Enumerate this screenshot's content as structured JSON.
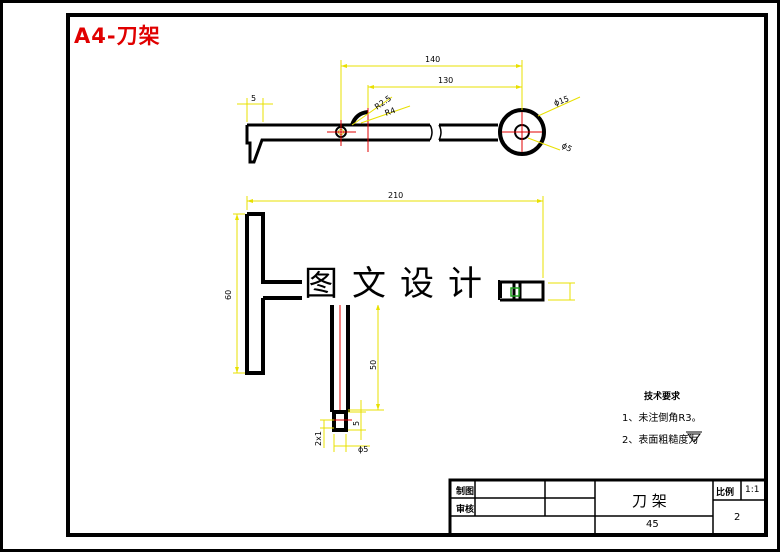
{
  "sheet_title": "A4-刀架",
  "watermark": "图文设计",
  "dimensions": {
    "d140": "140",
    "d130": "130",
    "d5_top": "5",
    "r25": "R2.5",
    "r4": "R4",
    "phi15": "ϕ15",
    "phi5_top": "ϕ5",
    "d210": "210",
    "d60": "60",
    "d50": "50",
    "d5_mid": "5",
    "d2x1": "2x1",
    "phi5_bot": "ϕ5"
  },
  "notes": {
    "heading": "技术要求",
    "item1": "1、未注倒角R3。",
    "item2": "2、表面粗糙度为"
  },
  "title_block": {
    "drawn": "制图",
    "checked": "审核",
    "part_name": "刀 架",
    "scale_label": "比例",
    "scale_value": "1:1",
    "material": "45",
    "sheet_no": "2"
  }
}
